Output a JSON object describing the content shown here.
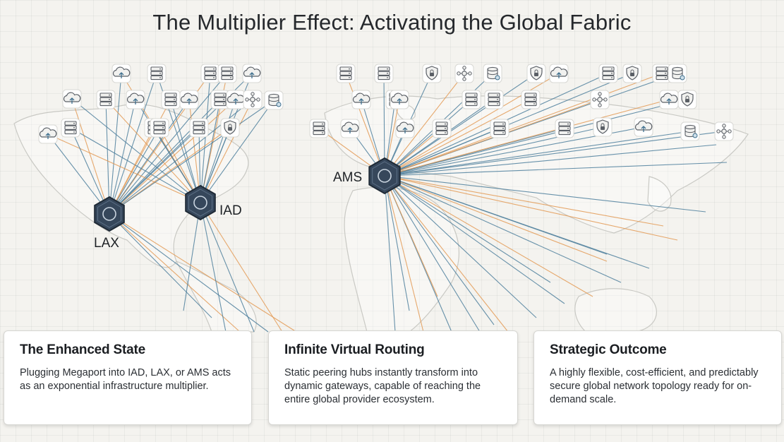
{
  "title": "The Multiplier Effect: Activating the Global Fabric",
  "hubs": [
    {
      "code": "LAX"
    },
    {
      "code": "IAD"
    },
    {
      "code": "AMS"
    }
  ],
  "cards": [
    {
      "heading": "The Enhanced State",
      "body": "Plugging Megaport into IAD, LAX, or AMS acts as an exponential infrastructure multiplier."
    },
    {
      "heading": "Infinite Virtual Routing",
      "body": "Static peering hubs instantly transform into dynamic gateways, capable of reaching the entire global provider ecosystem."
    },
    {
      "heading": "Strategic Outcome",
      "body": "A highly flexible, cost-efficient, and predictably secure global network topology ready for on-demand scale."
    }
  ],
  "colors": {
    "line_blue": "#4d7f9c",
    "line_orange": "#e39a55",
    "hub_fill": "#36475b",
    "icon_stroke": "#5a5f66",
    "map_stroke": "#c9c9c4"
  },
  "provider_icons": [
    "cloud-icon",
    "server-icon",
    "server-icon",
    "server-icon",
    "cloud-icon",
    "cloud-icon",
    "server-icon",
    "cloud-icon",
    "server-icon",
    "cloud-icon",
    "server-icon",
    "cloud-icon",
    "cloud-icon",
    "server-icon",
    "server-icon",
    "server-icon",
    "server-icon",
    "shield-icon",
    "network-node-icon",
    "database-icon",
    "server-icon",
    "server-icon",
    "shield-icon",
    "network-node-icon",
    "database-icon",
    "shield-icon",
    "cloud-icon",
    "server-icon",
    "shield-icon",
    "server-icon",
    "database-icon",
    "shield-icon",
    "server-icon",
    "cloud-icon",
    "cloud-icon",
    "server-icon",
    "server-icon",
    "server-icon",
    "network-node-icon",
    "cloud-icon",
    "server-icon",
    "cloud-icon",
    "server-icon",
    "server-icon",
    "server-icon",
    "shield-icon",
    "cloud-icon",
    "cloud-icon",
    "database-icon",
    "network-node-icon"
  ]
}
